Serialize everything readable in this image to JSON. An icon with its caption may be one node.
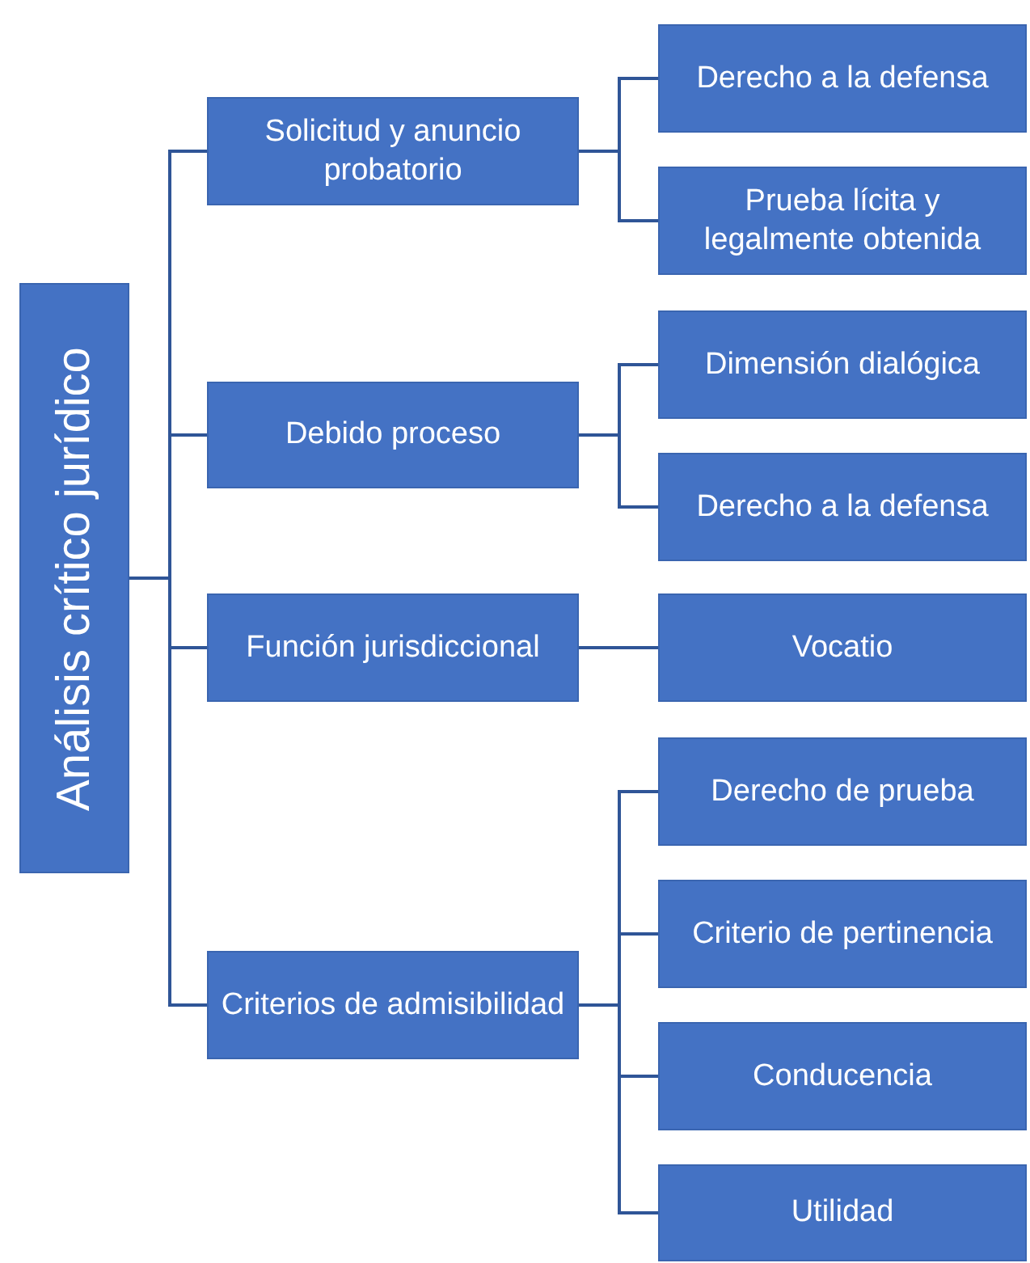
{
  "diagram": {
    "nodes": [
      {
        "text": [
          "Análisis crítico jurídico"
        ]
      },
      {
        "text": [
          "Solicitud y anuncio probatorio"
        ]
      },
      {
        "text": [
          "Derecho a la defensa"
        ]
      },
      {
        "text": [
          "Prueba lícita y legalmente obtenida"
        ]
      },
      {
        "text": [
          "Debido proceso"
        ]
      },
      {
        "text": [
          "Dimensión dialógica"
        ]
      },
      {
        "text": [
          "Derecho a la defensa"
        ]
      },
      {
        "text": [
          "Función jurisdiccional"
        ]
      },
      {
        "text": [
          "Vocatio"
        ]
      },
      {
        "text": [
          "Criterios de admisibilidad"
        ]
      },
      {
        "text": [
          "Derecho de prueba"
        ]
      },
      {
        "text": [
          "Criterio de pertinencia"
        ]
      },
      {
        "text": [
          "Conducencia"
        ]
      },
      {
        "text": [
          "Utilidad"
        ]
      }
    ],
    "edges": [
      {
        "from": 0,
        "to": 1,
        "arrow": "none"
      },
      {
        "from": 0,
        "to": 4,
        "arrow": "none"
      },
      {
        "from": 0,
        "to": 7,
        "arrow": "none"
      },
      {
        "from": 0,
        "to": 9,
        "arrow": "none"
      },
      {
        "from": 1,
        "to": 2,
        "arrow": "none"
      },
      {
        "from": 1,
        "to": 3,
        "arrow": "none"
      },
      {
        "from": 4,
        "to": 5,
        "arrow": "none"
      },
      {
        "from": 4,
        "to": 6,
        "arrow": "none"
      },
      {
        "from": 7,
        "to": 8,
        "arrow": "none"
      },
      {
        "from": 9,
        "to": 10,
        "arrow": "none"
      },
      {
        "from": 9,
        "to": 11,
        "arrow": "none"
      },
      {
        "from": 9,
        "to": 12,
        "arrow": "none"
      },
      {
        "from": 9,
        "to": 13,
        "arrow": "none"
      }
    ]
  }
}
